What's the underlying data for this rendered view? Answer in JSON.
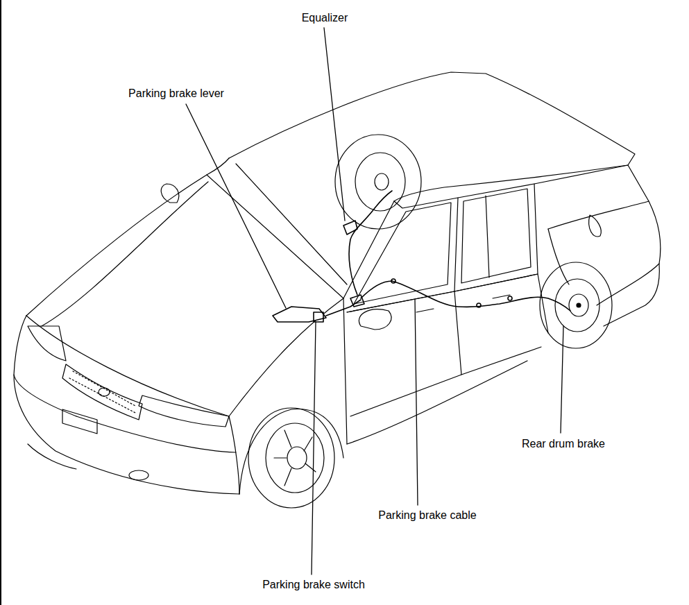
{
  "diagram": {
    "labels": [
      "Equalizer",
      "Parking brake lever",
      "Parking brake switch",
      "Parking brake cable",
      "Rear drum brake"
    ]
  }
}
